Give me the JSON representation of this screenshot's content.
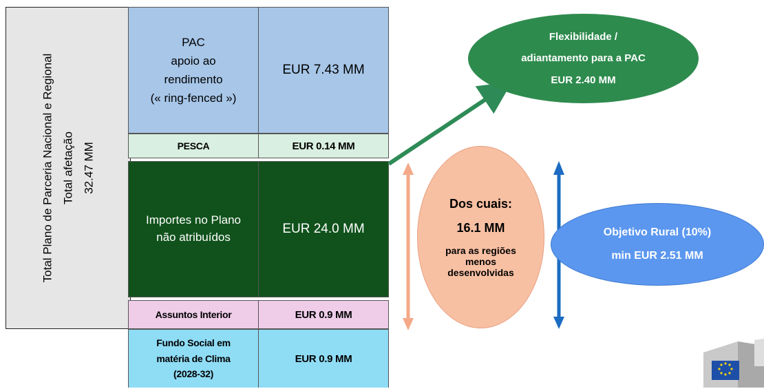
{
  "total": {
    "line1": "Total Plano de Parceria Nacional e Regional",
    "line2": "Total afetação",
    "line3": "32.47 MM"
  },
  "rows": {
    "pac": {
      "label_1": "PAC",
      "label_2": "apoio ao",
      "label_3": "rendimento",
      "label_4": "(« ring-fenced »)",
      "amount": "EUR 7.43 MM"
    },
    "pesca": {
      "label": "PESCA",
      "amount": "EUR 0.14 MM"
    },
    "importes": {
      "label_1": "Importes no Plano",
      "label_2": "não atribuídos",
      "amount": "EUR 24.0 MM"
    },
    "assuntos": {
      "label": "Assuntos Interior",
      "amount": "EUR 0.9 MM"
    },
    "fundo": {
      "label_1": "Fundo Social em",
      "label_2": "matéria de Clima",
      "label_3": "(2028-32)",
      "amount": "EUR 0.9 MM"
    }
  },
  "flex": {
    "line1": "Flexibilidade /",
    "line2": "adiantamento para a PAC",
    "line3": "EUR 2.40 MM"
  },
  "dos_cuais": {
    "title": "Dos cuais:",
    "amount": "16.1 MM",
    "line1": "para as regiões",
    "line2": "menos",
    "line3": "desenvolvidas"
  },
  "rural": {
    "line1": "Objetivo Rural (10%)",
    "line2": "min EUR 2.51 MM"
  },
  "colors": {
    "pac": "#a7c6e8",
    "pesca": "#d9efe1",
    "importes": "#11521c",
    "assuntos": "#efcde9",
    "fundo": "#8fdcf5",
    "flex_ellipse": "#2e8b4e",
    "dos_cuais_ellipse": "#f8c0a3",
    "rural_ellipse": "#5b97ef",
    "green_arrow": "#2e8b57",
    "orange_arrow": "#f4a988",
    "blue_arrow": "#1b6cc2"
  }
}
